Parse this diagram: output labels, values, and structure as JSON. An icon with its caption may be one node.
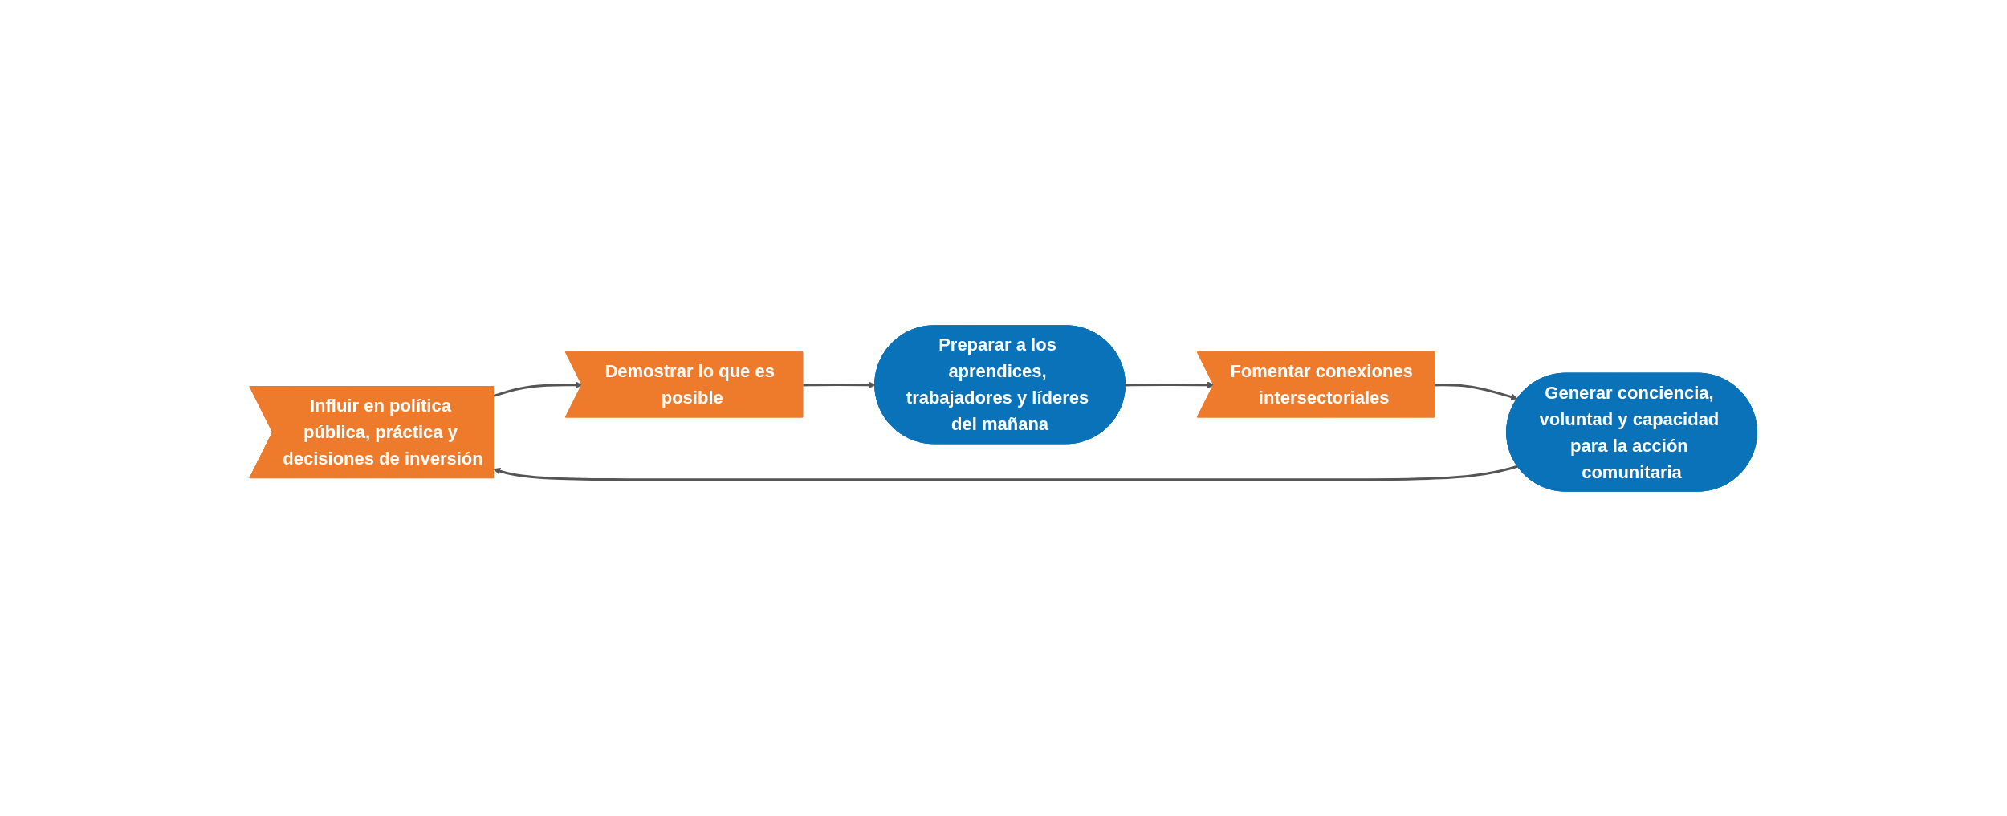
{
  "diagram": {
    "nodes": [
      {
        "text": [
          "Influir en política pública, práctica y decisiones de inversión"
        ]
      },
      {
        "text": [
          "Demostrar lo que es posible"
        ]
      },
      {
        "text": [
          "Preparar a los aprendices, trabajadores y líderes del mañana"
        ]
      },
      {
        "text": [
          "Fomentar conexiones intersectoriales"
        ]
      },
      {
        "text": [
          "Generar conciencia, voluntad y capacidad para la acción comunitaria"
        ]
      }
    ],
    "edges": [
      {
        "from": 0,
        "to": 1,
        "arrow": "to"
      },
      {
        "from": 1,
        "to": 2,
        "arrow": "to"
      },
      {
        "from": 2,
        "to": 3,
        "arrow": "to"
      },
      {
        "from": 3,
        "to": 4,
        "arrow": "to"
      },
      {
        "from": 4,
        "to": 0,
        "arrow": "to"
      }
    ]
  }
}
